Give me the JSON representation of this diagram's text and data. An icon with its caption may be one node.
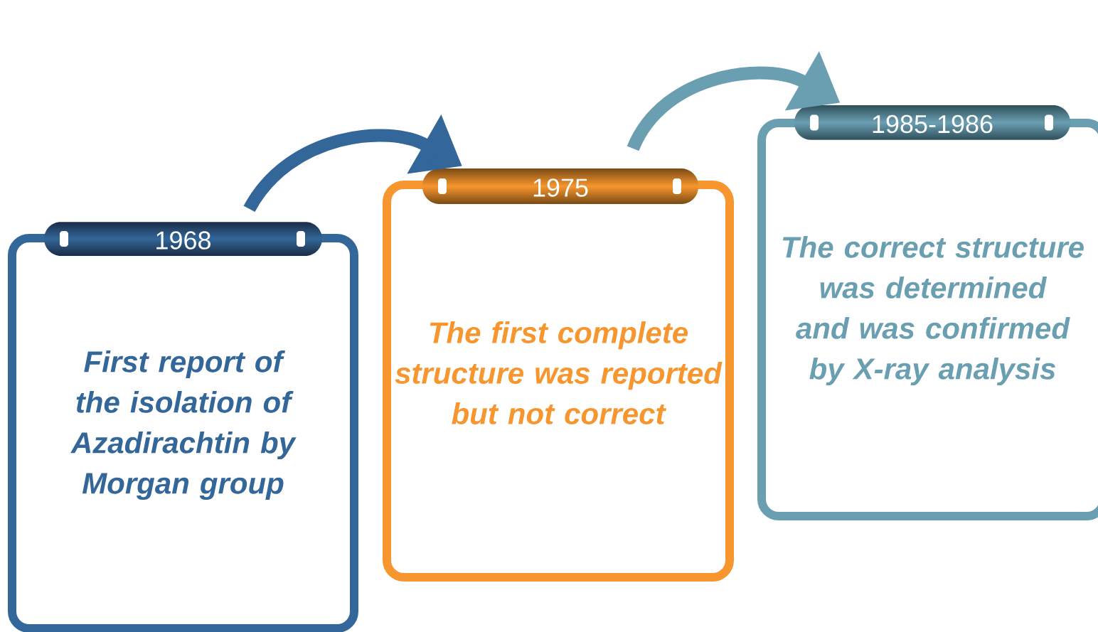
{
  "diagram": {
    "nodes": [
      {
        "text": [
          "1968",
          "First report of the isolation of Azadirachtin by Morgan group"
        ]
      },
      {
        "text": [
          "1975",
          "The first complete structure was reported but not correct"
        ]
      },
      {
        "text": [
          "1985-1986",
          "The correct structure was determined and was confirmed by X-ray analysis"
        ]
      }
    ],
    "edges": [
      {
        "from": 0,
        "to": 1,
        "arrow": "to",
        "color": "#336699"
      },
      {
        "from": 1,
        "to": 2,
        "arrow": "to",
        "color": "#6a9fb2"
      }
    ]
  }
}
